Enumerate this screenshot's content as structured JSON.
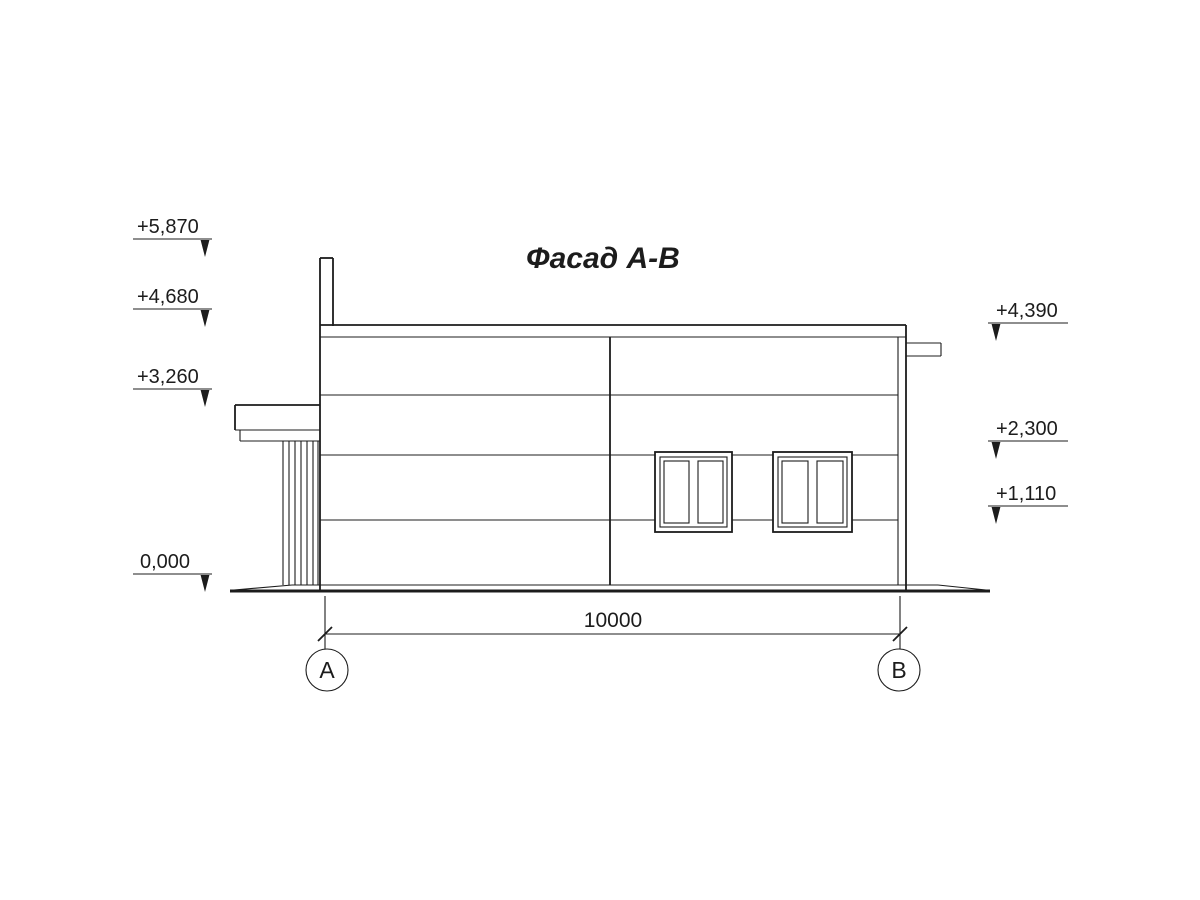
{
  "drawing": {
    "title": "Фасад А-В",
    "left_elevations": [
      {
        "label": "+5,870"
      },
      {
        "label": "+4,680"
      },
      {
        "label": "+3,260"
      },
      {
        "label": "0,000"
      }
    ],
    "right_elevations": [
      {
        "label": "+4,390"
      },
      {
        "label": "+2,300"
      },
      {
        "label": "+1,110"
      }
    ],
    "dimension": {
      "value": "10000"
    },
    "axes": {
      "left": "А",
      "right": "В"
    },
    "line_color": "#1c1c1c",
    "background_color": "#ffffff"
  }
}
